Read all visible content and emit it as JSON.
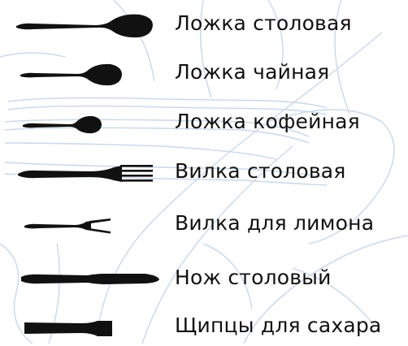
{
  "colors": {
    "ink": "#111111",
    "decor": "#c9d8ea",
    "background": "#ffffff"
  },
  "items": [
    {
      "label": "Ложка столовая",
      "icon": "tablespoon-icon"
    },
    {
      "label": "Ложка чайная",
      "icon": "teaspoon-icon"
    },
    {
      "label": "Ложка кофейная",
      "icon": "coffee-spoon-icon"
    },
    {
      "label": "Вилка столовая",
      "icon": "table-fork-icon"
    },
    {
      "label": "Вилка для лимона",
      "icon": "lemon-fork-icon"
    },
    {
      "label": "Нож столовый",
      "icon": "table-knife-icon"
    },
    {
      "label": "Щипцы для сахара",
      "icon": "sugar-tongs-icon"
    }
  ]
}
